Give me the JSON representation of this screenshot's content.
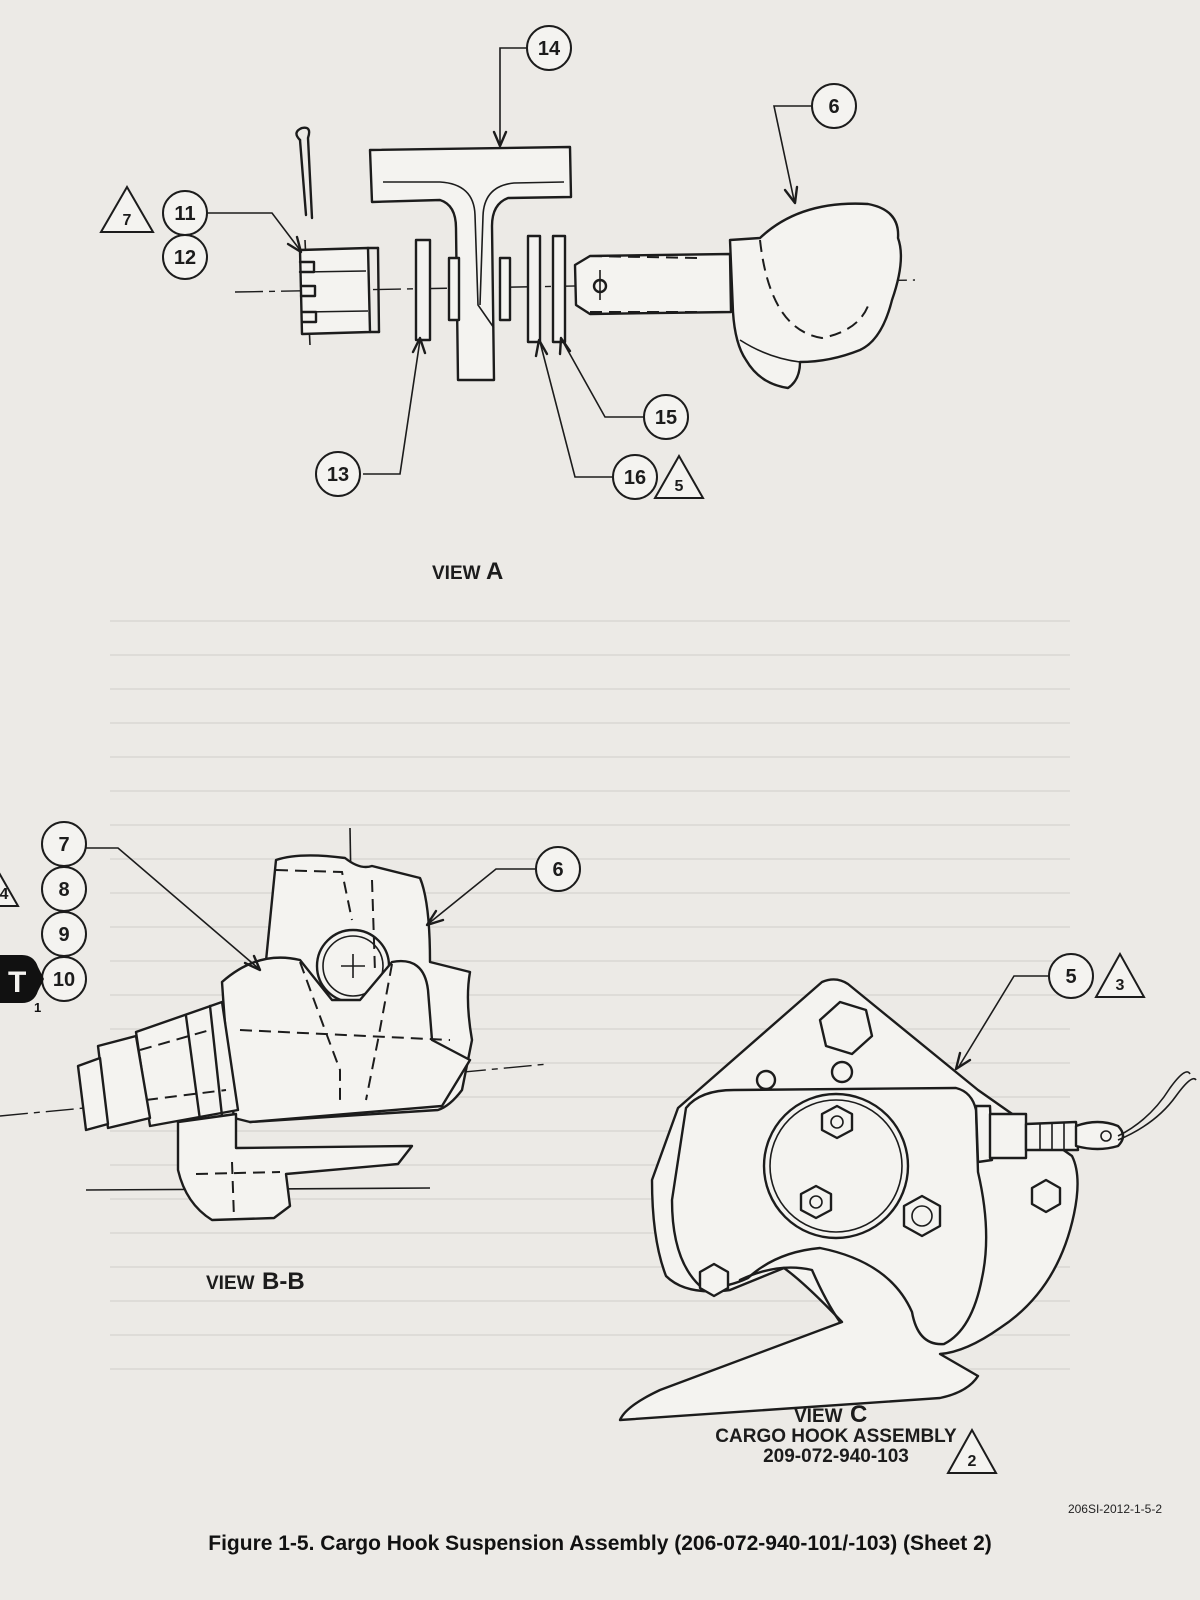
{
  "view_a": {
    "label_prefix": "VIEW",
    "label_letter": "A",
    "callouts": [
      "14",
      "6",
      "11",
      "12",
      "13",
      "15",
      "16"
    ],
    "triangles": [
      "7",
      "5"
    ]
  },
  "view_bb": {
    "label_prefix": "VIEW",
    "label_letter": "B-B",
    "callouts": [
      "7",
      "8",
      "9",
      "10",
      "6"
    ],
    "triangles": [
      "4"
    ],
    "badge": "T",
    "badge_sub": "1"
  },
  "view_c": {
    "label_prefix": "VIEW",
    "label_letter": "C",
    "title": "CARGO HOOK ASSEMBLY",
    "part_number": "209-072-940-103",
    "callouts": [
      "5"
    ],
    "triangles": [
      "3",
      "2"
    ]
  },
  "doc_number": "206SI-2012-1-5-2",
  "caption": "Figure 1-5. Cargo Hook Suspension Assembly (206-072-940-101/-103) (Sheet 2)"
}
